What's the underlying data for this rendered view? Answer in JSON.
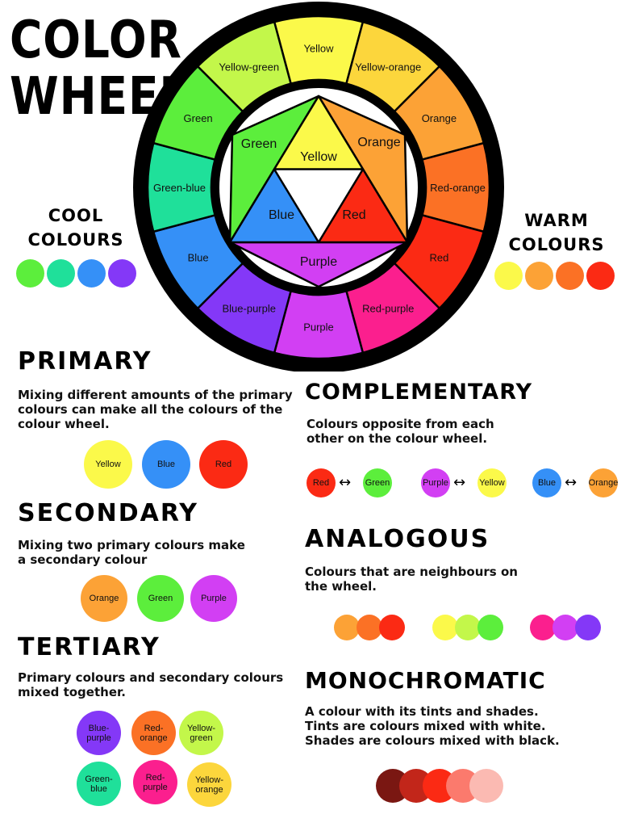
{
  "title": [
    "COLOR",
    "WHEEL"
  ],
  "wheel": {
    "outer_segments": [
      {
        "label": "Yellow",
        "color": "#fbf94a"
      },
      {
        "label": "Yellow-orange",
        "color": "#fcd63c"
      },
      {
        "label": "Orange",
        "color": "#fca236"
      },
      {
        "label": "Red-orange",
        "color": "#fb7125"
      },
      {
        "label": "Red",
        "color": "#fb2a14"
      },
      {
        "label": "Red-purple",
        "color": "#fb1f8e"
      },
      {
        "label": "Purple",
        "color": "#d23ff3"
      },
      {
        "label": "Blue-purple",
        "color": "#8438f7"
      },
      {
        "label": "Blue",
        "color": "#3590f7"
      },
      {
        "label": "Green-blue",
        "color": "#1fe09a"
      },
      {
        "label": "Green",
        "color": "#5cee3c"
      },
      {
        "label": "Yellow-green",
        "color": "#c3f74a"
      }
    ],
    "inner": {
      "yellow": {
        "label": "Yellow",
        "color": "#fbf94a"
      },
      "orange": {
        "label": "Orange",
        "color": "#fca236"
      },
      "red": {
        "label": "Red",
        "color": "#fb2a14"
      },
      "purple": {
        "label": "Purple",
        "color": "#d23ff3"
      },
      "blue": {
        "label": "Blue",
        "color": "#3590f7"
      },
      "green": {
        "label": "Green",
        "color": "#5cee3c"
      }
    }
  },
  "cool": {
    "heading": [
      "COOL",
      "COLOURS"
    ],
    "colors": [
      "#5cee3c",
      "#1fe09a",
      "#3590f7",
      "#8438f7"
    ]
  },
  "warm": {
    "heading": [
      "WARM",
      "COLOURS"
    ],
    "colors": [
      "#fbf94a",
      "#fca236",
      "#fb7125",
      "#fb2a14"
    ]
  },
  "primary": {
    "heading": "PRIMARY",
    "desc": [
      "Mixing different amounts of the primary",
      "colours can make all the colours of the",
      "colour wheel."
    ],
    "dots": [
      {
        "label": "Yellow",
        "color": "#fbf94a"
      },
      {
        "label": "Blue",
        "color": "#3590f7"
      },
      {
        "label": "Red",
        "color": "#fb2a14"
      }
    ]
  },
  "secondary": {
    "heading": "SECONDARY",
    "desc": [
      "Mixing two primary colours make",
      "a secondary colour"
    ],
    "dots": [
      {
        "label": "Orange",
        "color": "#fca236"
      },
      {
        "label": "Green",
        "color": "#5cee3c"
      },
      {
        "label": "Purple",
        "color": "#d23ff3"
      }
    ]
  },
  "tertiary": {
    "heading": "TERTIARY",
    "desc": [
      "Primary colours and secondary colours",
      "mixed together."
    ],
    "dots": [
      {
        "label": [
          "Blue-",
          "purple"
        ],
        "color": "#8438f7"
      },
      {
        "label": [
          "Red-",
          "orange"
        ],
        "color": "#fb7125"
      },
      {
        "label": [
          "Yellow-",
          "green"
        ],
        "color": "#c3f74a"
      },
      {
        "label": [
          "Green-",
          "blue"
        ],
        "color": "#1fe09a"
      },
      {
        "label": [
          "Red-",
          "purple"
        ],
        "color": "#fb1f8e"
      },
      {
        "label": [
          "Yellow-",
          "orange"
        ],
        "color": "#fcd63c"
      }
    ]
  },
  "complementary": {
    "heading": "COMPLEMENTARY",
    "desc": [
      "Colours opposite from each",
      "other on the colour wheel."
    ],
    "pairs": [
      [
        {
          "label": "Red",
          "color": "#fb2a14"
        },
        {
          "label": "Green",
          "color": "#5cee3c"
        }
      ],
      [
        {
          "label": "Purple",
          "color": "#d23ff3"
        },
        {
          "label": "Yellow",
          "color": "#fbf94a"
        }
      ],
      [
        {
          "label": "Blue",
          "color": "#3590f7"
        },
        {
          "label": "Orange",
          "color": "#fca236"
        }
      ]
    ]
  },
  "analogous": {
    "heading": "ANALOGOUS",
    "desc": [
      "Colours that are neighbours on",
      "the wheel."
    ],
    "groups": [
      [
        "#fca236",
        "#fb7125",
        "#fb2a14"
      ],
      [
        "#fbf94a",
        "#c3f74a",
        "#5cee3c"
      ],
      [
        "#fb1f8e",
        "#d23ff3",
        "#8438f7"
      ]
    ]
  },
  "monochromatic": {
    "heading": "MONOCHROMATIC",
    "desc": [
      "A colour with its tints and shades.",
      "Tints are colours mixed with white.",
      "Shades are colours mixed with black."
    ],
    "colors": [
      "#7a1712",
      "#c2261a",
      "#fb2a14",
      "#fb7a6d",
      "#fbbab2"
    ]
  }
}
